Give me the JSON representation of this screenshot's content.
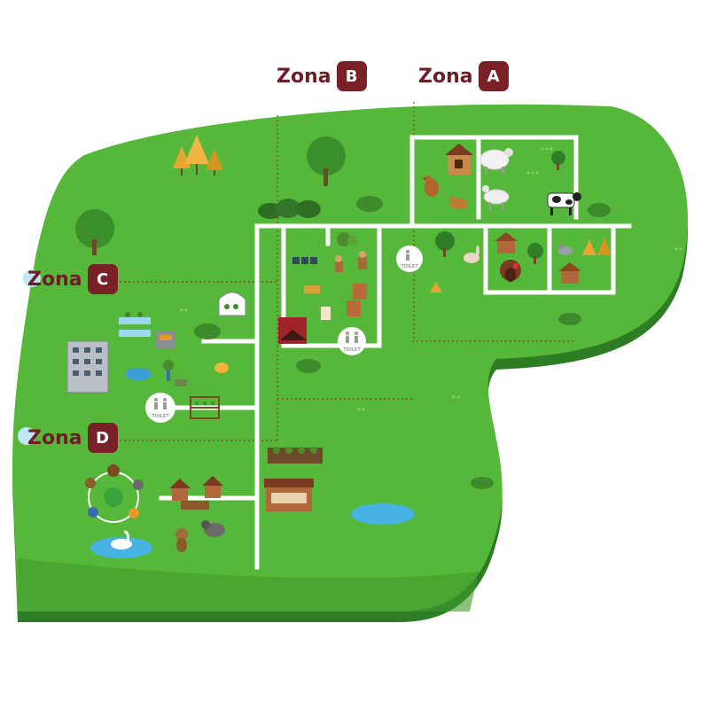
{
  "map": {
    "colors": {
      "grass": "#55b83a",
      "grass_dark": "#3f9a2c",
      "grass_edge": "#2e7d24",
      "path": "#ffffff",
      "zone_accent": "#7a2128",
      "zone_text": "#6e1f26",
      "divider": "#8b3a2e"
    },
    "zones": [
      {
        "word": "Zona",
        "letter": "B"
      },
      {
        "word": "Zona",
        "letter": "A"
      },
      {
        "word": "Zona",
        "letter": "C"
      },
      {
        "word": "Zona",
        "letter": "D"
      }
    ],
    "toilet_label": "TOILET",
    "icons": [
      "tree-icon",
      "autumn-trees-icon",
      "bush-icon",
      "chicken-coop-icon",
      "chicken-icon",
      "sheep-icon",
      "goat-icon",
      "cow-icon",
      "rabbit-icon",
      "turkey-icon",
      "pigeon-icon",
      "rabbit-hutch-icon",
      "greenhouse-icon",
      "hydroponics-icon",
      "building-icon",
      "fish-pond-icon",
      "toilet-icon",
      "vertical-garden-icon",
      "recycling-cycle-icon",
      "swan-pond-icon",
      "monkey-icon",
      "raccoon-icon",
      "gazebo-icon",
      "market-stall-icon",
      "vegetable-stall-icon",
      "pond-icon",
      "barrels-icon",
      "seedling-icon"
    ]
  }
}
